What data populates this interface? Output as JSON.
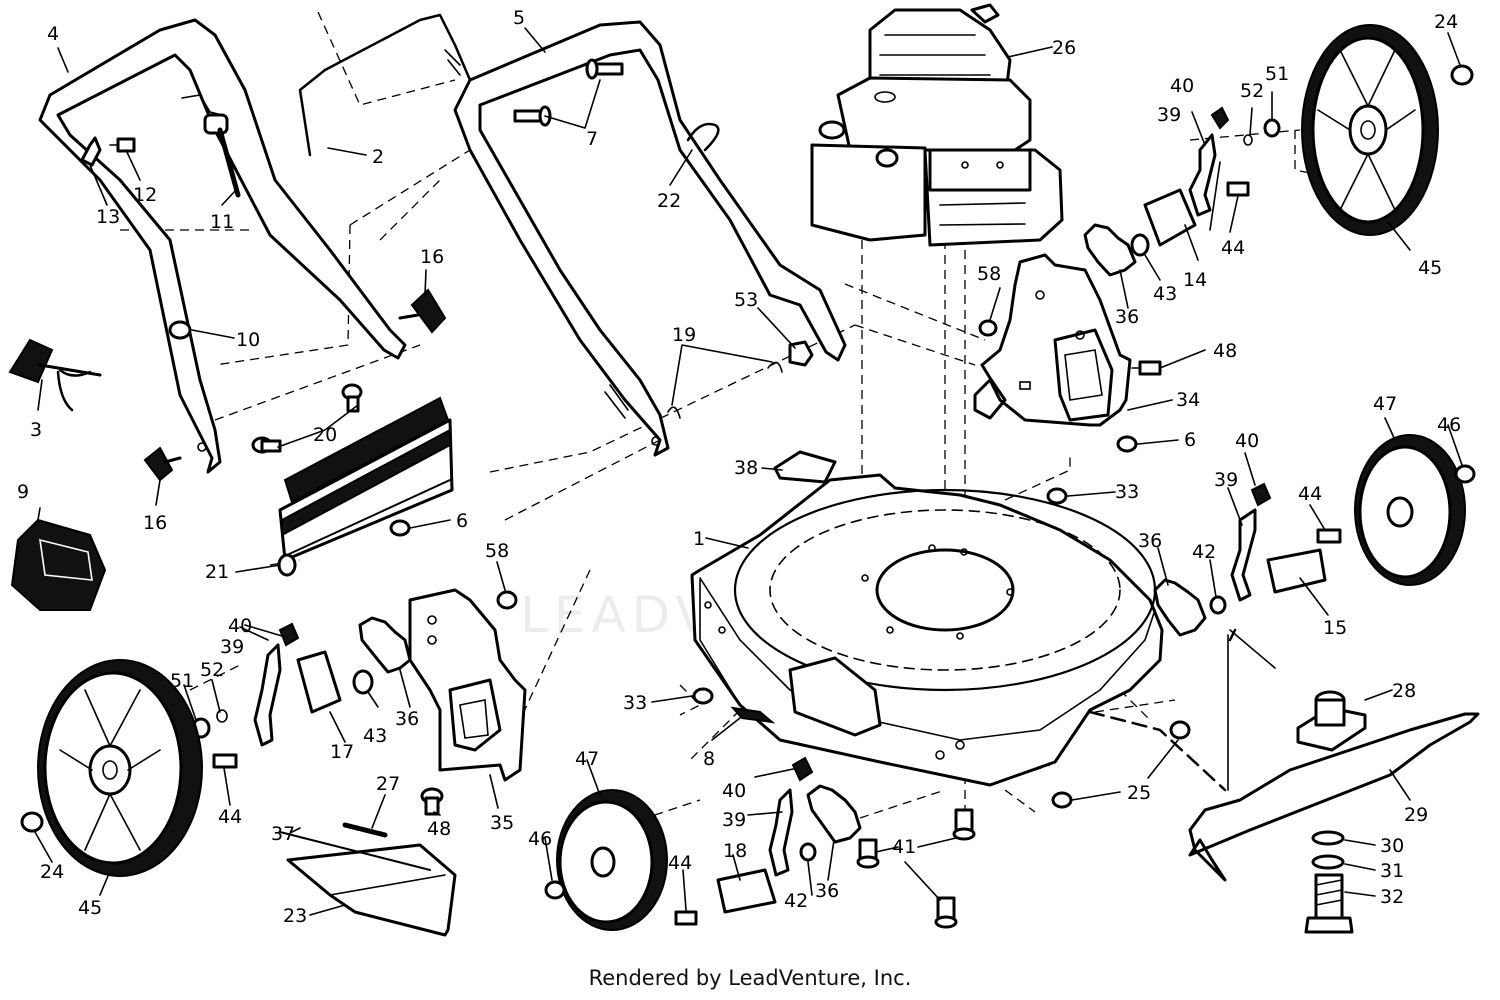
{
  "watermark": "LEADVENTURE",
  "credit": "Rendered by LeadVenture, Inc.",
  "callouts": [
    {
      "id": "1"
    },
    {
      "id": "2"
    },
    {
      "id": "3"
    },
    {
      "id": "4"
    },
    {
      "id": "5"
    },
    {
      "id": "6"
    },
    {
      "id": "6"
    },
    {
      "id": "7"
    },
    {
      "id": "8"
    },
    {
      "id": "9"
    },
    {
      "id": "10"
    },
    {
      "id": "11"
    },
    {
      "id": "12"
    },
    {
      "id": "13"
    },
    {
      "id": "14"
    },
    {
      "id": "15"
    },
    {
      "id": "16"
    },
    {
      "id": "16"
    },
    {
      "id": "17"
    },
    {
      "id": "18"
    },
    {
      "id": "19"
    },
    {
      "id": "20"
    },
    {
      "id": "21"
    },
    {
      "id": "22"
    },
    {
      "id": "23"
    },
    {
      "id": "24"
    },
    {
      "id": "24"
    },
    {
      "id": "25"
    },
    {
      "id": "26"
    },
    {
      "id": "27"
    },
    {
      "id": "28"
    },
    {
      "id": "29"
    },
    {
      "id": "30"
    },
    {
      "id": "31"
    },
    {
      "id": "32"
    },
    {
      "id": "33"
    },
    {
      "id": "33"
    },
    {
      "id": "34"
    },
    {
      "id": "35"
    },
    {
      "id": "36"
    },
    {
      "id": "36"
    },
    {
      "id": "36"
    },
    {
      "id": "36"
    },
    {
      "id": "37"
    },
    {
      "id": "38"
    },
    {
      "id": "39"
    },
    {
      "id": "39"
    },
    {
      "id": "39"
    },
    {
      "id": "39"
    },
    {
      "id": "40"
    },
    {
      "id": "40"
    },
    {
      "id": "40"
    },
    {
      "id": "40"
    },
    {
      "id": "41"
    },
    {
      "id": "42"
    },
    {
      "id": "42"
    },
    {
      "id": "43"
    },
    {
      "id": "43"
    },
    {
      "id": "44"
    },
    {
      "id": "44"
    },
    {
      "id": "44"
    },
    {
      "id": "44"
    },
    {
      "id": "45"
    },
    {
      "id": "45"
    },
    {
      "id": "46"
    },
    {
      "id": "46"
    },
    {
      "id": "47"
    },
    {
      "id": "47"
    },
    {
      "id": "48"
    },
    {
      "id": "48"
    },
    {
      "id": "51"
    },
    {
      "id": "51"
    },
    {
      "id": "52"
    },
    {
      "id": "52"
    },
    {
      "id": "53"
    },
    {
      "id": "58"
    },
    {
      "id": "58"
    }
  ]
}
